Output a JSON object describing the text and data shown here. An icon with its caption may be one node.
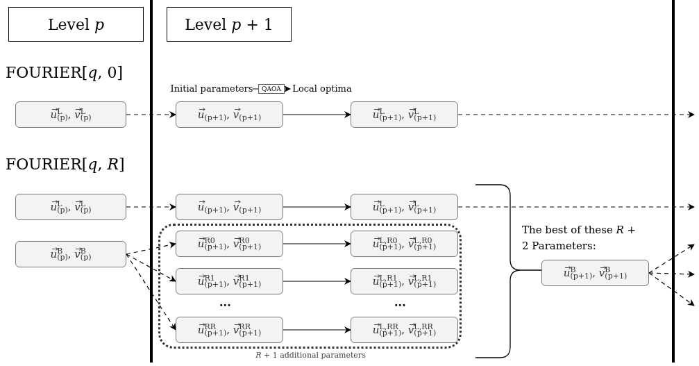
{
  "diagram": {
    "nodes": [
      {
        "text": [
          "Level *p*"
        ]
      },
      {
        "text": [
          "Level *p* + 1"
        ]
      },
      {
        "text": [
          "Initial parameters"
        ]
      },
      {
        "text": [
          "Local optima"
        ]
      },
      {
        "text": [
          "*u*$^{L}$$_{(p)}$, *v*$^{L}$$_{(p)}$"
        ]
      },
      {
        "text": [
          "*u*$_{(p+1)}$, *v*$_{(p+1)}$"
        ]
      },
      {
        "text": [
          "*u*$^{L}$$_{(p+1)}$, *v*$^{L}$$_{(p+1)}$"
        ]
      },
      {
        "text": [
          "*u*$^{L}$$_{(p)}$, *v*$^{L}$$_{(p)}$"
        ]
      },
      {
        "text": [
          "*u*$_{(p+1)}$, *v*$_{(p+1)}$"
        ]
      },
      {
        "text": [
          "*u*$^{L}$$_{(p+1)}$, *v*$^{L}$$_{(p+1)}$"
        ]
      },
      {
        "text": [
          "*u*$^{B}$$_{(p)}$, *v*$^{B}$$_{(p)}$"
        ]
      },
      {
        "text": [],
        "shape": "box",
        "beside": [
          "*R* + 1 additional parameters"
        ]
      },
      {
        "text": [
          "*u*$^{R0}$$_{(p+1)}$, *v*$^{R0}$$_{(p+1)}$"
        ],
        "in": 11
      },
      {
        "text": [
          "*u*$^{L,R0}$$_{(p+1)}$, *v*$^{L,R0}$$_{(p+1)}$"
        ],
        "in": 11
      },
      {
        "text": [
          "*u*$^{R1}$$_{(p+1)}$, *v*$^{R1}$$_{(p+1)}$"
        ],
        "in": 11
      },
      {
        "text": [
          "*u*$^{L,R1}$$_{(p+1)}$, *v*$^{L,R1}$$_{(p+1)}$"
        ],
        "in": 11
      },
      {
        "text": [
          "*u*$^{RR}$$_{(p+1)}$, *v*$^{RR}$$_{(p+1)}$"
        ],
        "in": 11
      },
      {
        "text": [
          "*u*$^{L,RR}$$_{(p+1)}$, *v*$^{L,RR}$$_{(p+1)}$"
        ],
        "in": 11
      },
      {
        "text": [
          "*u*$^{B}$$_{(p+1)}$, *v*$^{B}$$_{(p+1)}$"
        ],
        "beside": [
          "The best of these *R* + 2 Parameters:"
        ]
      }
    ],
    "edges": [
      {
        "from": 2,
        "to": 3,
        "arrow": "to",
        "label": "QAOA"
      },
      {
        "from": 4,
        "to": 5,
        "arrow": "to",
        "style": "dashed"
      },
      {
        "from": 5,
        "to": 6,
        "arrow": "to"
      },
      {
        "from": 6,
        "to": null,
        "arrow": "to",
        "style": "dashed"
      },
      {
        "from": 7,
        "to": 8,
        "arrow": "to",
        "style": "dashed"
      },
      {
        "from": 8,
        "to": 9,
        "arrow": "to"
      },
      {
        "from": 9,
        "to": null,
        "arrow": "to",
        "style": "dashed"
      },
      {
        "from": 10,
        "to": 12,
        "arrow": "to",
        "style": "dashed"
      },
      {
        "from": 10,
        "to": 14,
        "arrow": "to",
        "style": "dashed"
      },
      {
        "from": 10,
        "to": 16,
        "arrow": "to",
        "style": "dashed"
      },
      {
        "from": 12,
        "to": 13,
        "arrow": "to"
      },
      {
        "from": 14,
        "to": 15,
        "arrow": "to"
      },
      {
        "from": 16,
        "to": 17,
        "arrow": "to"
      },
      {
        "from": 18,
        "to": null,
        "arrow": "to",
        "style": "dashed"
      },
      {
        "from": 18,
        "to": null,
        "arrow": "to",
        "style": "dashed"
      },
      {
        "from": 18,
        "to": null,
        "arrow": "to",
        "style": "dashed"
      }
    ],
    "labels": [
      "FOURIER[*q*, 0]",
      "FOURIER[*q*, *R*]",
      "...",
      "..."
    ]
  }
}
